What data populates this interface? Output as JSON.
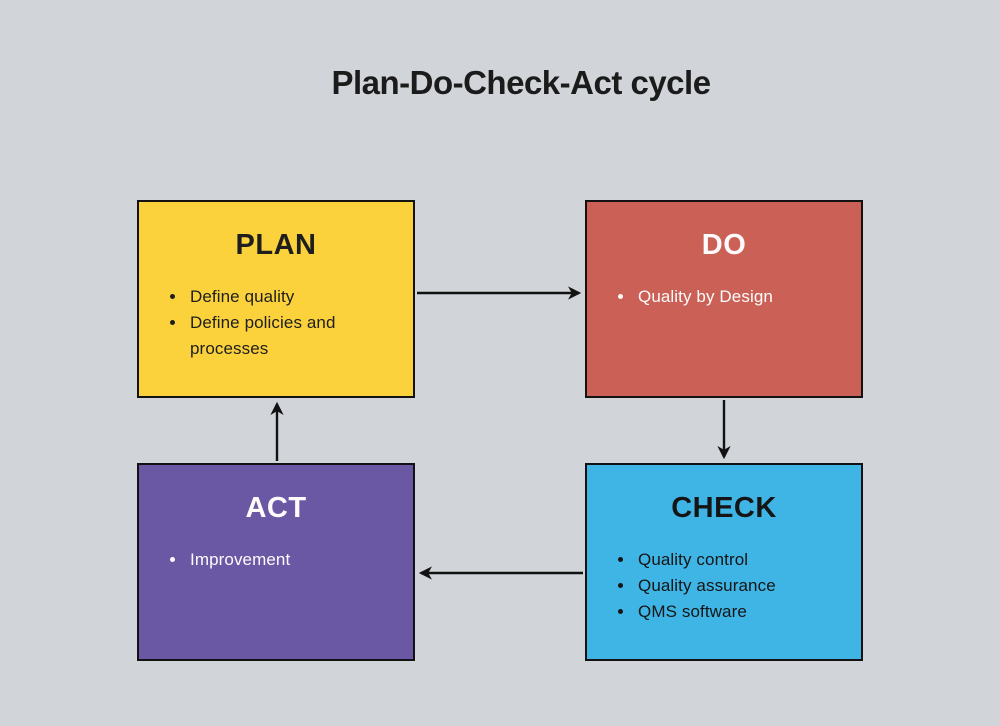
{
  "title": "Plan-Do-Check-Act cycle",
  "colors": {
    "background": "#d1d5d9",
    "plan_box": "#fbd23c",
    "do_box": "#cb6156",
    "check_box": "#3fb5e6",
    "act_box": "#6a58a5",
    "box_border": "#121212",
    "arrow": "#121212",
    "dark_text": "#1e1e1e",
    "light_text": "#fdfbfb"
  },
  "boxes": {
    "plan": {
      "title": "PLAN",
      "items": [
        "Define quality",
        "Define policies and processes"
      ]
    },
    "do": {
      "title": "DO",
      "items": [
        "Quality by Design"
      ]
    },
    "check": {
      "title": "CHECK",
      "items": [
        "Quality control",
        "Quality assurance",
        "QMS software"
      ]
    },
    "act": {
      "title": "ACT",
      "items": [
        "Improvement"
      ]
    }
  },
  "arrows": [
    {
      "name": "plan-to-do",
      "direction": "right"
    },
    {
      "name": "do-to-check",
      "direction": "down"
    },
    {
      "name": "check-to-act",
      "direction": "left"
    },
    {
      "name": "act-to-plan",
      "direction": "up"
    }
  ]
}
